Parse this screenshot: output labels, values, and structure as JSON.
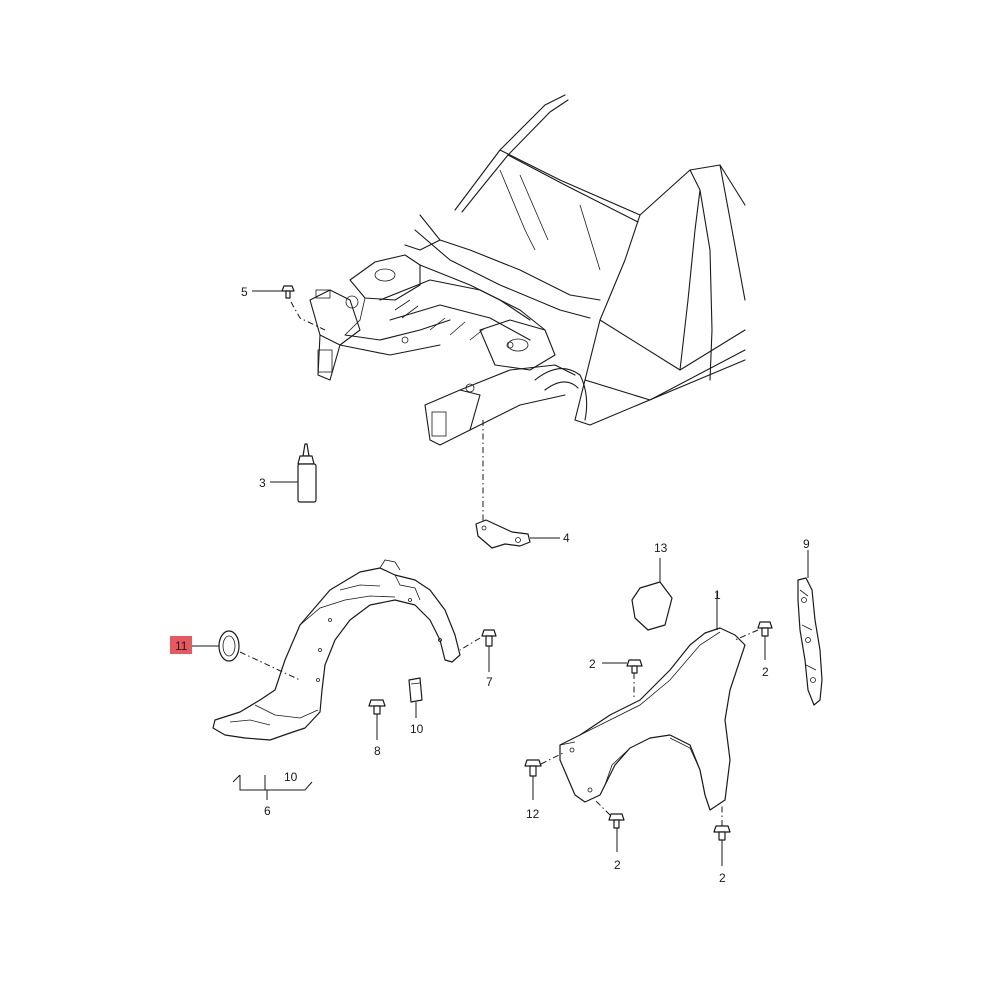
{
  "diagram": {
    "highlight_color": "#e8585f",
    "callouts": {
      "c1": "1",
      "c2a": "2",
      "c2b": "2",
      "c2c": "2",
      "c2d": "2",
      "c3": "3",
      "c4": "4",
      "c5": "5",
      "c6": "6",
      "c7": "7",
      "c8": "8",
      "c9": "9",
      "c10a": "10",
      "c10b": "10",
      "c11": "11",
      "c12": "12",
      "c13": "13"
    },
    "highlighted_callout": "11"
  }
}
